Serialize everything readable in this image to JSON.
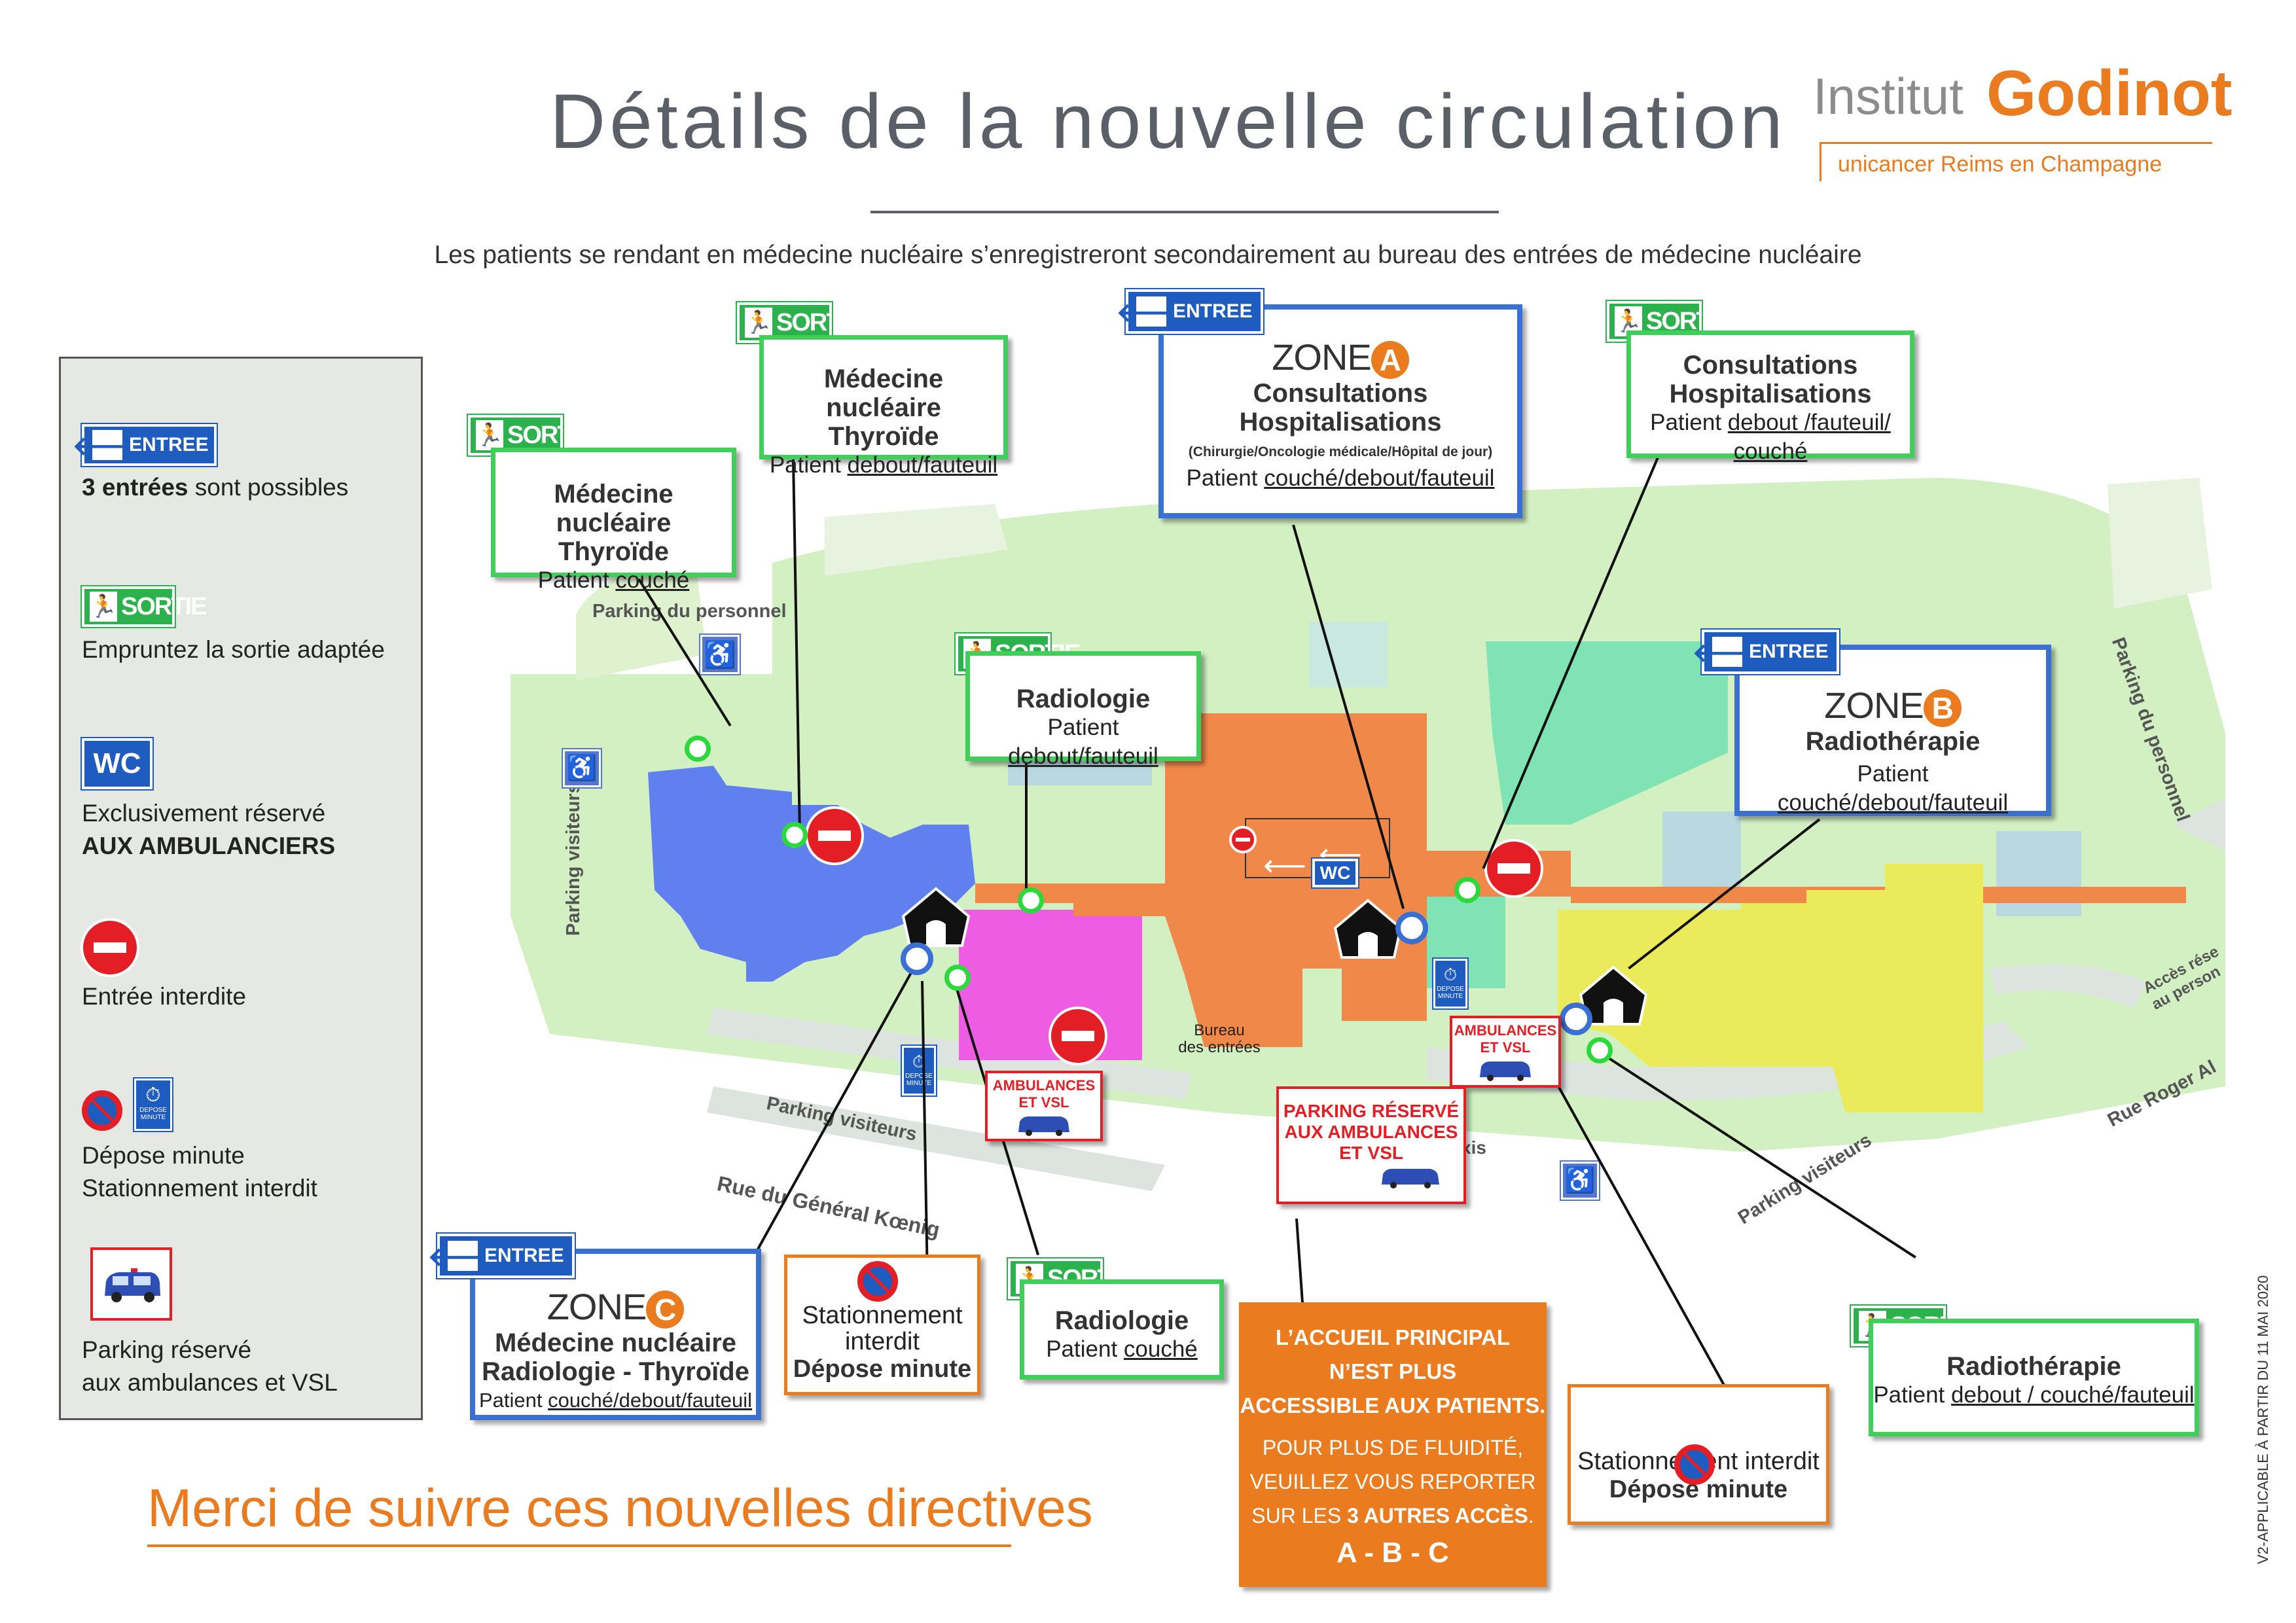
{
  "title": "Détails de la nouvelle circulation",
  "subtitle": "Les patients se rendant en médecine nucléaire s’enregistreront secondairement au bureau des entrées de médecine nucléaire",
  "logo": {
    "institut": "Institut",
    "godinot": "Godinot",
    "sub": "unicancer Reims en Champagne"
  },
  "signs": {
    "entree": "ENTREE",
    "sortie": "SORTIE",
    "wc": "WC",
    "arrow": "🡐",
    "runner": "🏃",
    "depose": "DEPOSE MINUTE"
  },
  "legend": {
    "entrees_bold": "3 entrées",
    "entrees_rest": " sont possibles",
    "sortie_text": "Empruntez la sortie adaptée",
    "wc_line1": "Exclusivement réservé",
    "wc_line2": "AUX AMBULANCIERS",
    "interdite": "Entrée interdite",
    "depose_line1": "Dépose minute",
    "depose_line2": "Stationnement interdit",
    "parking_line1": "Parking réservé",
    "parking_line2": "aux ambulances et VSL"
  },
  "boxes": {
    "mn_thyroide_debout": {
      "line1": "Médecine nucléaire",
      "line2": "Thyroïde",
      "patient": "Patient ",
      "mode": "debout/fauteuil"
    },
    "mn_thyroide_couche": {
      "line1": "Médecine nucléaire",
      "line2": "Thyroïde",
      "patient": "Patient ",
      "mode": "couché"
    },
    "zone_a": {
      "zone": "ZONE",
      "letter": "A",
      "line1": "Consultations",
      "line2": "Hospitalisations",
      "detail": "(Chirurgie/Oncologie médicale/Hôpital de jour)",
      "patient": "Patient ",
      "mode": "couché/debout/fauteuil"
    },
    "consult_hosp": {
      "line1": "Consultations",
      "line2": "Hospitalisations",
      "patient": "Patient ",
      "mode": "debout /fauteuil/ couché"
    },
    "radiologie_debout": {
      "line1": "Radiologie",
      "patient": "Patient ",
      "mode": "debout/fauteuil"
    },
    "zone_b": {
      "zone": "ZONE",
      "letter": "B",
      "line1": "Radiothérapie",
      "patient": "Patient ",
      "mode": "couché/debout/fauteuil"
    },
    "zone_c": {
      "zone": "ZONE",
      "letter": "C",
      "line1": "Médecine nucléaire",
      "line2": "Radiologie - Thyroïde",
      "patient": "Patient ",
      "mode": "couché/debout/fauteuil"
    },
    "stationnement_left": {
      "line1": "Stationnement",
      "line2": "interdit",
      "line3": "Dépose minute"
    },
    "radiologie_couche": {
      "line1": "Radiologie",
      "patient": "Patient ",
      "mode": "couché"
    },
    "stationnement_right": {
      "line1": "Stationnement interdit",
      "line2": "Dépose minute"
    },
    "radiotherapie": {
      "line1": "Radiothérapie",
      "patient": "Patient ",
      "mode": "debout / couché/fauteuil"
    }
  },
  "map_labels": {
    "parking_personnel_top": "Parking du personnel",
    "parking_visiteurs_vertical": "Parking visiteurs",
    "parking_visiteurs_bottom": "Parking visiteurs",
    "rue_koenig": "Rue du Général Kœnig",
    "bureau_entrees_1": "Bureau",
    "bureau_entrees_2": "des entrées",
    "taxis": "xis",
    "parking_personnel_right": "Parking du personnel",
    "parking_visiteurs_right": "Parking visiteurs",
    "acces_reserve_1": "Accès rése",
    "acces_reserve_2": "au person",
    "rue_roger": "Rue Roger Al",
    "ambulances_vsl_1": "AMBULANCES",
    "ambulances_vsl_2": "ET VSL",
    "parking_reserve_1": "PARKING RÉSERVÉ",
    "parking_reserve_2": "AUX AMBULANCES",
    "parking_reserve_3": "ET VSL"
  },
  "accueil": {
    "line1": "L’ACCUEIL PRINCIPAL",
    "line2": "N’EST PLUS",
    "line3": "ACCESSIBLE AUX PATIENTS.",
    "line4": "POUR PLUS DE FLUIDITÉ,",
    "line5": "VEUILLEZ  VOUS REPORTER",
    "line6a": "SUR LES ",
    "line6b": "3 AUTRES ACCÈS",
    "line6c": ".",
    "line7": "A - B - C"
  },
  "footer": "Merci de suivre ces nouvelles directives",
  "version": "V2-APPLICABLE À PARTIR DU 11 MAI 2020",
  "colors": {
    "orange": "#ea7b1f",
    "blue": "#3a6fd4",
    "green": "#3fcf5a",
    "red": "#e31e24",
    "zone_blue": "#6080f0",
    "zone_pink": "#ee5ce3",
    "zone_orange": "#f0884a",
    "zone_yellow": "#eaea5a",
    "zone_teal": "#7fe3b4"
  }
}
